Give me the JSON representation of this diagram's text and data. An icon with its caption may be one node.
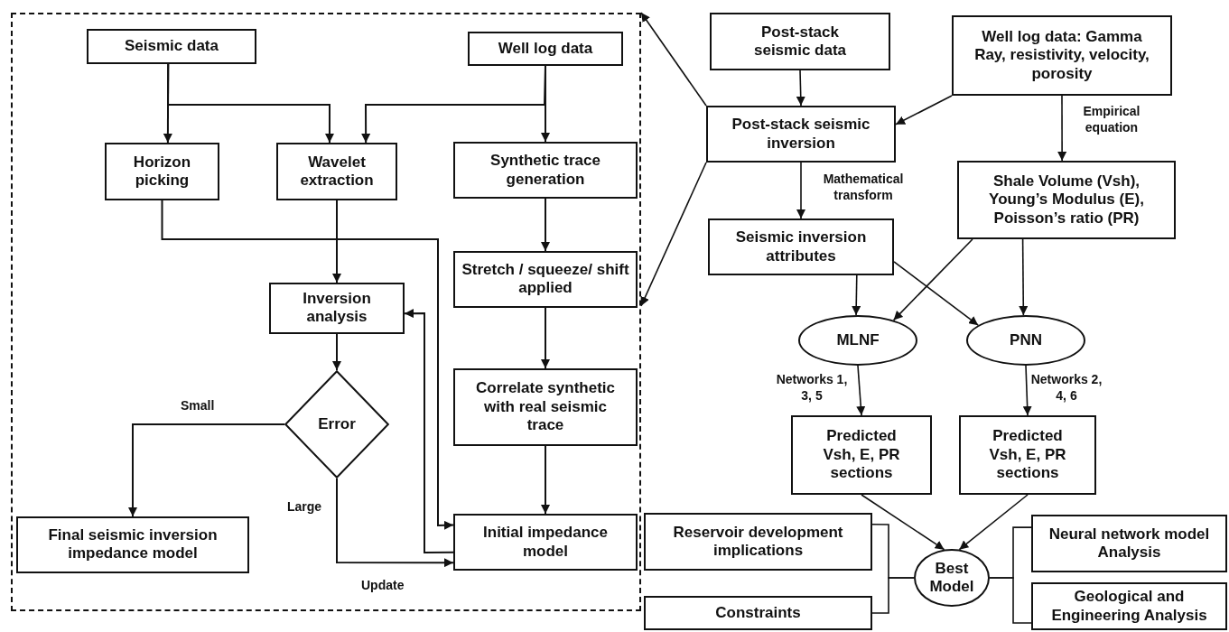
{
  "diagram": {
    "nodes": [
      {
        "text": [],
        "shape": "box"
      },
      {
        "text": [
          "Seismic data"
        ],
        "in": 0
      },
      {
        "text": [
          "Well log data"
        ],
        "in": 0
      },
      {
        "text": [
          "Horizon picking"
        ],
        "in": 0
      },
      {
        "text": [
          "Wavelet extraction"
        ],
        "in": 0
      },
      {
        "text": [
          "Synthetic trace generation"
        ],
        "in": 0
      },
      {
        "text": [
          "Inversion analysis"
        ],
        "in": 0
      },
      {
        "text": [
          "Stretch / squeeze/ shift applied"
        ],
        "in": 0
      },
      {
        "text": [
          "Error"
        ],
        "in": 0
      },
      {
        "text": [
          "Correlate synthetic with real seismic trace"
        ],
        "in": 0
      },
      {
        "text": [
          "Final seismic inversion impedance model"
        ],
        "in": 0
      },
      {
        "text": [
          "Initial impedance model"
        ],
        "in": 0
      },
      {
        "text": [
          "Post-stack seismic data"
        ]
      },
      {
        "text": [
          "Well log data: Gamma Ray, resistivity, velocity, porosity"
        ]
      },
      {
        "text": [
          "Post-stack seismic inversion"
        ]
      },
      {
        "text": [
          "Seismic inversion attributes"
        ]
      },
      {
        "text": [
          "Shale Volume (Vsh), Young’s Modulus (E), Poisson’s ratio (PR)"
        ]
      },
      {
        "text": [
          "MLNF"
        ]
      },
      {
        "text": [
          "PNN"
        ]
      },
      {
        "text": [
          "Predicted Vsh, E, PR sections"
        ]
      },
      {
        "text": [
          "Predicted Vsh, E, PR sections"
        ]
      },
      {
        "text": [
          "Reservoir development implications"
        ]
      },
      {
        "text": [
          "Constraints"
        ]
      },
      {
        "text": [
          "Best Model"
        ]
      },
      {
        "text": [
          "Neural network model Analysis"
        ]
      },
      {
        "text": [
          "Geological and Engineering Analysis"
        ]
      }
    ],
    "edges": [
      {
        "from": 1,
        "to": 3,
        "arrow": "to"
      },
      {
        "from": 1,
        "to": 4,
        "arrow": "to"
      },
      {
        "from": 2,
        "to": 4,
        "arrow": "to"
      },
      {
        "from": 2,
        "to": 5,
        "arrow": "to"
      },
      {
        "from": 3,
        "to": 11,
        "arrow": "to"
      },
      {
        "from": 4,
        "to": 6,
        "arrow": "to"
      },
      {
        "from": 11,
        "to": 6,
        "arrow": "to"
      },
      {
        "from": 6,
        "to": 8,
        "arrow": "to"
      },
      {
        "from": 8,
        "to": 10,
        "arrow": "to",
        "label": "Small"
      },
      {
        "from": 8,
        "to": 11,
        "arrow": "to",
        "label": "Large"
      },
      {
        "from": 5,
        "to": 7,
        "arrow": "to"
      },
      {
        "from": 7,
        "to": 9,
        "arrow": "to"
      },
      {
        "from": 9,
        "to": 11,
        "arrow": "to"
      },
      {
        "from": 12,
        "to": 14,
        "arrow": "to"
      },
      {
        "from": 13,
        "to": 14,
        "arrow": "to"
      },
      {
        "from": 14,
        "to": 0,
        "arrow": "to"
      },
      {
        "from": 14,
        "to": 0,
        "arrow": "to"
      },
      {
        "from": 14,
        "to": 15,
        "arrow": "to",
        "label": "Mathematical transform"
      },
      {
        "from": 13,
        "to": 16,
        "arrow": "to",
        "label": "Empirical equation"
      },
      {
        "from": 15,
        "to": 17,
        "arrow": "to"
      },
      {
        "from": 15,
        "to": 18,
        "arrow": "to"
      },
      {
        "from": 16,
        "to": 17,
        "arrow": "to"
      },
      {
        "from": 16,
        "to": 18,
        "arrow": "to"
      },
      {
        "from": 17,
        "to": 19,
        "arrow": "to",
        "label": "Networks 1, 3, 5"
      },
      {
        "from": 18,
        "to": 20,
        "arrow": "to",
        "label": "Networks 2, 4, 6"
      },
      {
        "from": 19,
        "to": 23,
        "arrow": "to"
      },
      {
        "from": 20,
        "to": 23,
        "arrow": "to"
      },
      {
        "from": 21,
        "to": 23,
        "arrow": "none"
      },
      {
        "from": 22,
        "to": 23,
        "arrow": "none"
      },
      {
        "from": 23,
        "to": 24,
        "arrow": "none"
      },
      {
        "from": 23,
        "to": 25,
        "arrow": "none"
      }
    ],
    "labels": [
      "Update"
    ]
  }
}
